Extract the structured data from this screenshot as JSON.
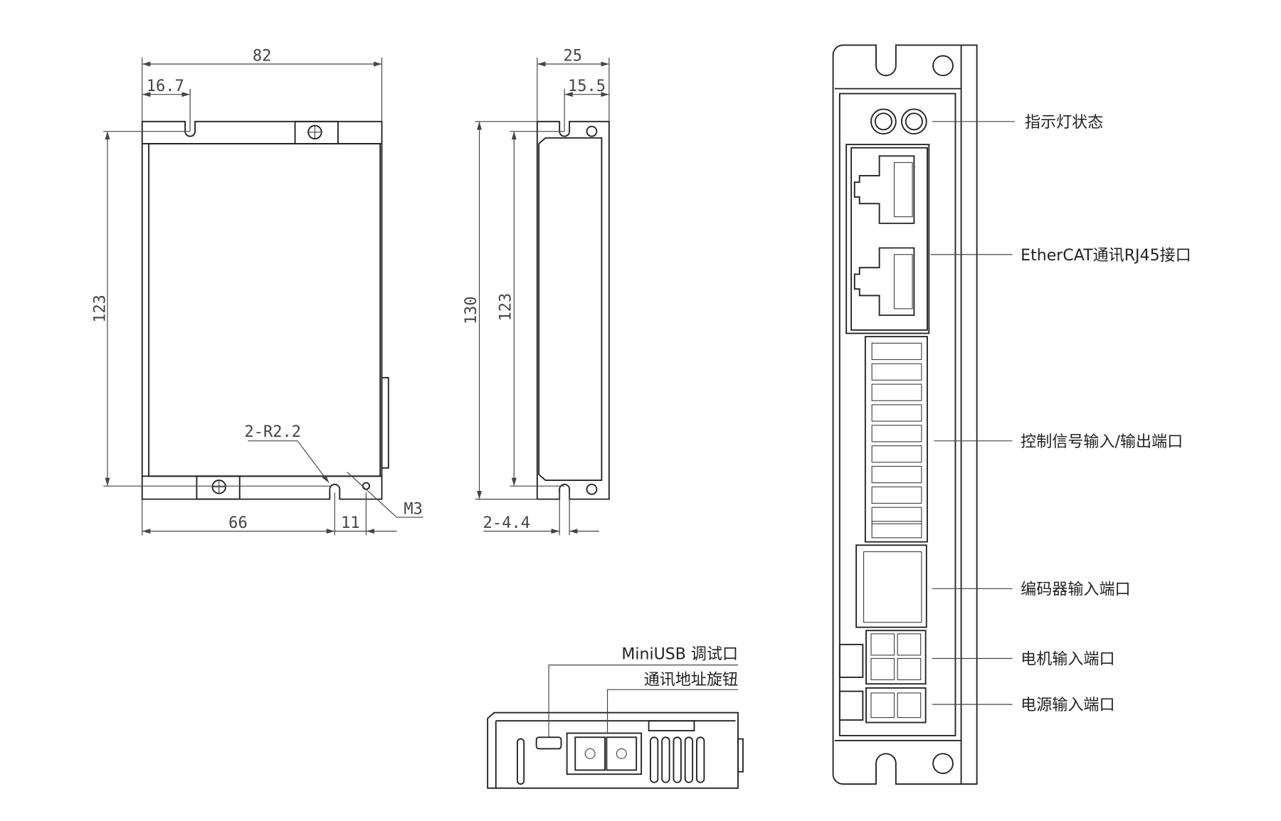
{
  "front_view": {
    "dims": {
      "width": "82",
      "slot_offset": "16.7",
      "height": "123",
      "hole_span": "66",
      "hole_offset": "11"
    },
    "notes": {
      "radius": "2-R2.2",
      "thread": "M3"
    }
  },
  "side_view": {
    "dims": {
      "width": "25",
      "slot_offset": "15.5",
      "overall_height": "130",
      "hole_height": "123",
      "slot": "2-4.4"
    }
  },
  "bottom_view": {
    "labels": {
      "usb": "MiniUSB 调试口",
      "address_knob": "通讯地址旋钮"
    }
  },
  "panel_view": {
    "labels": {
      "led": "指示灯状态",
      "rj45": "EtherCAT通讯RJ45接口",
      "io": "控制信号输入/输出端口",
      "encoder": "编码器输入端口",
      "motor": "电机输入端口",
      "power": "电源输入端口"
    }
  }
}
